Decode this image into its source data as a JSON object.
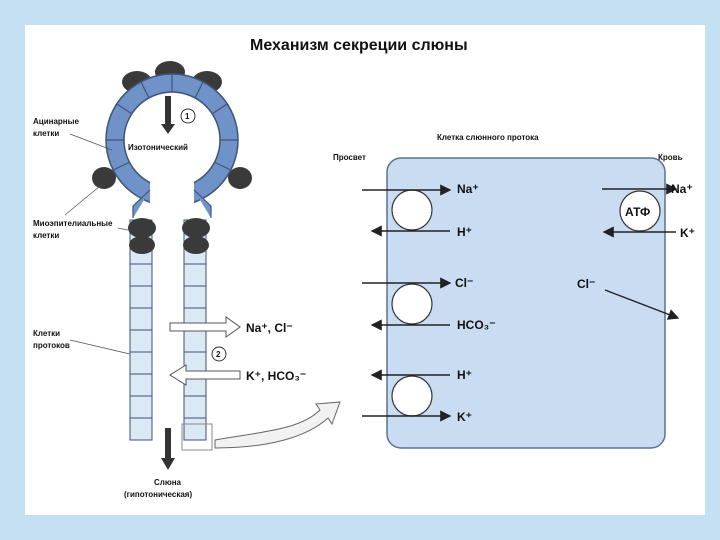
{
  "title": "Механизм секреции слюны",
  "left": {
    "acinar_cells": "Ацинарные клетки",
    "isotonic": "Изотонический",
    "myoepithelial": "Миоэпителиальные клетки",
    "duct_cells_1": "Клетки",
    "duct_cells_2": "протоков",
    "step1": "1",
    "step2": "2",
    "out_ions": "Na⁺, Cl⁻",
    "in_ions": "K⁺, HCO₃⁻",
    "saliva_1": "Слюна",
    "saliva_2": "(гипотоническая)"
  },
  "right": {
    "cell_title": "Клетка слюнного протока",
    "lumen": "Просвет",
    "blood": "Кровь",
    "atp": "АТФ",
    "ions": {
      "na_left": "Na⁺",
      "h_top": "H⁺",
      "cl_left": "Cl⁻",
      "hco3": "HCO₃⁻",
      "h_bottom": "H⁺",
      "k_left": "K⁺",
      "na_right": "Na⁺",
      "k_right": "K⁺",
      "cl_right": "Cl⁻"
    }
  },
  "colors": {
    "cell_fill": "#c9dcf2",
    "cell_border": "#5a7290",
    "page_bg": "#c5dff3"
  }
}
